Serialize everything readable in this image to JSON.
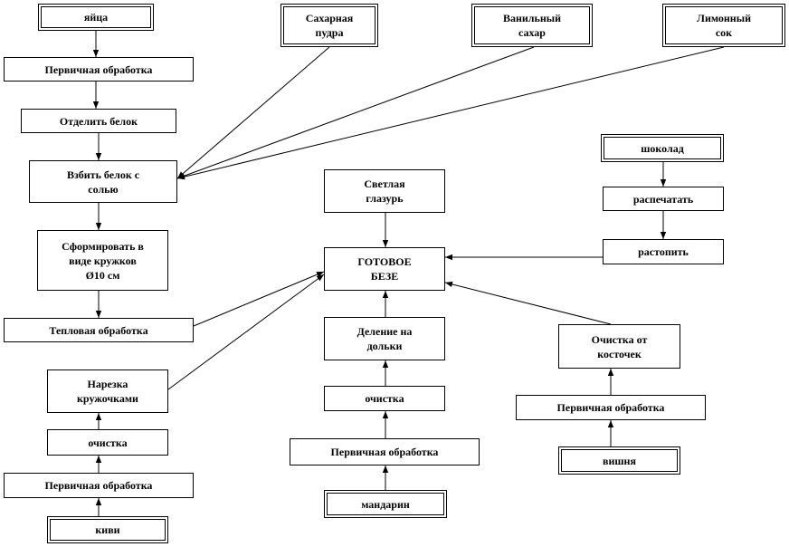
{
  "diagram": {
    "nodes": [
      {
        "id": "eggs",
        "label": "яйца",
        "double": true
      },
      {
        "id": "eggs_proc",
        "label": "Первичная обработка"
      },
      {
        "id": "separate",
        "label": "Отделить белок"
      },
      {
        "id": "whip",
        "label": "Взбить белок с\nсолью"
      },
      {
        "id": "form",
        "label": "Сформировать в\nвиде кружков\nØ10 см"
      },
      {
        "id": "heat",
        "label": "Тепловая обработка"
      },
      {
        "id": "sugar",
        "label": "Сахарная\nпудра",
        "double": true
      },
      {
        "id": "vanilla",
        "label": "Ванильный\nсахар",
        "double": true
      },
      {
        "id": "lemon",
        "label": "Лимонный\nсок",
        "double": true
      },
      {
        "id": "choc",
        "label": "шоколад",
        "double": true
      },
      {
        "id": "unpack",
        "label": "распечатать"
      },
      {
        "id": "melt",
        "label": "растопить"
      },
      {
        "id": "glaze",
        "label": "Светлая\nглазурь"
      },
      {
        "id": "final",
        "label": "ГОТОВОЕ\nБЕЗЕ"
      },
      {
        "id": "slices",
        "label": "Деление на\nдольки"
      },
      {
        "id": "m_clean",
        "label": "очистка"
      },
      {
        "id": "m_proc",
        "label": "Первичная обработка"
      },
      {
        "id": "mandarin",
        "label": "мандарин",
        "double": true
      },
      {
        "id": "pit",
        "label": "Очистка от\nкосточек"
      },
      {
        "id": "c_proc",
        "label": "Первичная обработка"
      },
      {
        "id": "cherry",
        "label": "вишня",
        "double": true
      },
      {
        "id": "cut",
        "label": "Нарезка\nкружочками"
      },
      {
        "id": "k_clean",
        "label": "очистка"
      },
      {
        "id": "k_proc",
        "label": "Первичная обработка"
      },
      {
        "id": "kiwi",
        "label": "киви",
        "double": true
      }
    ],
    "edges": [
      [
        "eggs",
        "eggs_proc"
      ],
      [
        "eggs_proc",
        "separate"
      ],
      [
        "separate",
        "whip"
      ],
      [
        "sugar",
        "whip"
      ],
      [
        "vanilla",
        "whip"
      ],
      [
        "lemon",
        "whip"
      ],
      [
        "whip",
        "form"
      ],
      [
        "form",
        "heat"
      ],
      [
        "heat",
        "final"
      ],
      [
        "glaze",
        "final"
      ],
      [
        "choc",
        "unpack"
      ],
      [
        "unpack",
        "melt"
      ],
      [
        "melt",
        "final"
      ],
      [
        "mandarin",
        "m_proc"
      ],
      [
        "m_proc",
        "m_clean"
      ],
      [
        "m_clean",
        "slices"
      ],
      [
        "slices",
        "final"
      ],
      [
        "cherry",
        "c_proc"
      ],
      [
        "c_proc",
        "pit"
      ],
      [
        "pit",
        "final"
      ],
      [
        "kiwi",
        "k_proc"
      ],
      [
        "k_proc",
        "k_clean"
      ],
      [
        "k_clean",
        "cut"
      ],
      [
        "cut",
        "final"
      ]
    ]
  }
}
